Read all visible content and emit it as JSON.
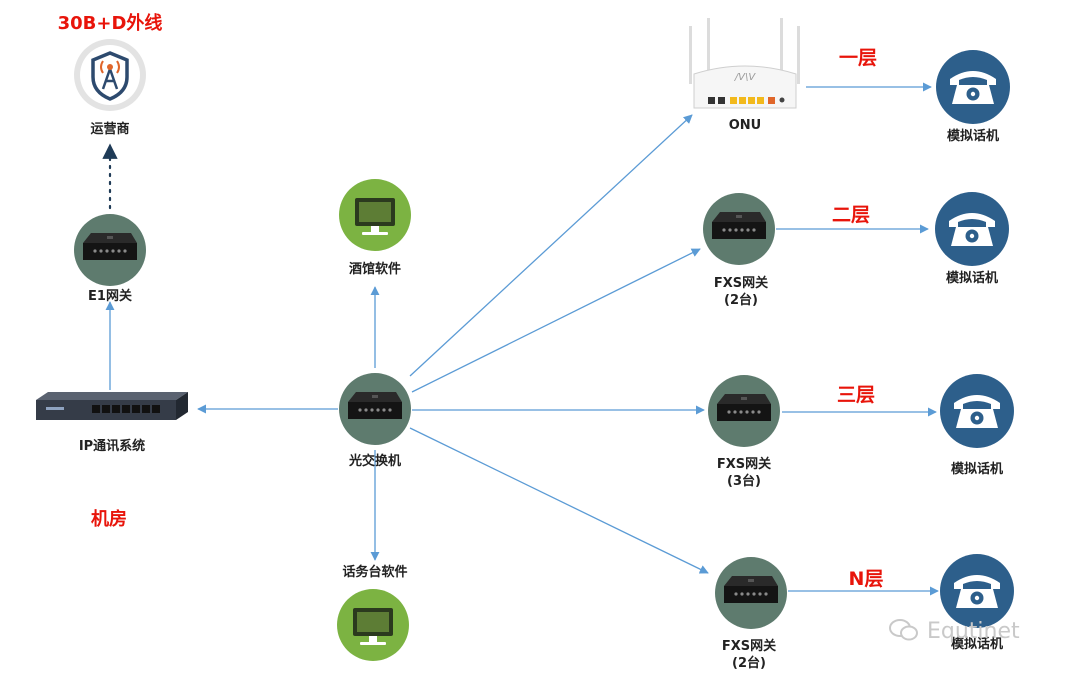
{
  "labels": {
    "trunk": "30B+D外线",
    "carrier": "运营商",
    "e1_gateway": "E1网关",
    "ip_system": "IP通讯系统",
    "machine_room": "机房",
    "hotel_software": "酒馆软件",
    "optical_switch": "光交换机",
    "operator_software": "话务台软件",
    "onu": "ONU",
    "fxs1_line1": "FXS网关",
    "fxs1_line2": "(2台)",
    "fxs2_line1": "FXS网关",
    "fxs2_line2": "(3台)",
    "fxs3_line1": "FXS网关",
    "fxs3_line2": "(2台)",
    "phone1": "模拟话机",
    "phone2": "模拟话机",
    "phone3": "模拟话机",
    "phone4": "模拟话机",
    "floor1": "一层",
    "floor2": "二层",
    "floor3": "三层",
    "floor4": "N层",
    "watermark": "Equtinet"
  },
  "colors": {
    "arrow": "#5b9bd5",
    "label_red": "#e8140a",
    "device_circle": "#5e7b6e",
    "monitor_circle": "#7cb342",
    "phone_circle": "#2d5f8b"
  },
  "icons": {
    "carrier": "shield-antenna-icon",
    "gateway": "gateway-device-icon",
    "monitor": "monitor-icon",
    "phone": "telephone-icon",
    "router": "onu-router-icon",
    "rack": "ip-pbx-rack-icon"
  }
}
